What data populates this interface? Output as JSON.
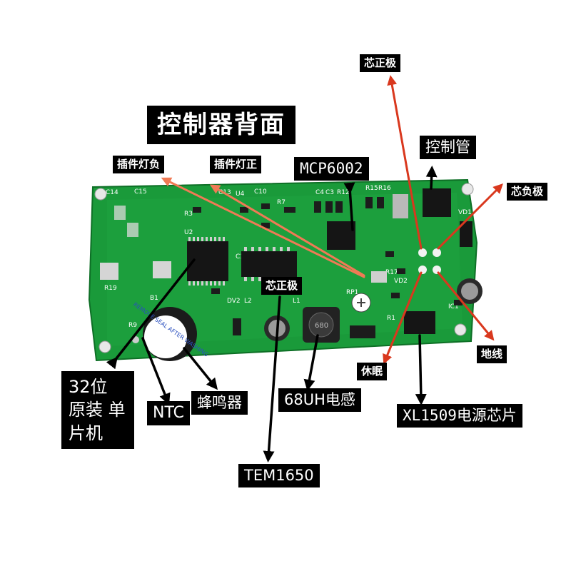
{
  "title": "控制器背面",
  "labels": {
    "xin_zheng_top": "芯正极",
    "kongzhi_guan": "控制管",
    "xin_fu": "芯负极",
    "chajian_fu": "插件灯负",
    "chajian_zheng": "插件灯正",
    "mcp": "MCP6002",
    "xin_zheng_mid": "芯正极",
    "mcu": "32位 原装 单片机",
    "ntc": "NTC",
    "buzzer": "蜂鸣器",
    "inductor": "68UH电感",
    "tem": "TEM1650",
    "sleep": "休眠",
    "ground": "地线",
    "xl": "XL1509电源芯片"
  },
  "buzzer_sticker": "REMOVE SEAL AFTER WASHING",
  "colors": {
    "pcb": "#1a9a3a",
    "pcb_dark": "#127a2c",
    "arrow_black": "#000000",
    "arrow_red": "#d9381e",
    "arrow_orange": "#f07a55",
    "label_bg": "#000000",
    "label_text": "#ffffff"
  }
}
